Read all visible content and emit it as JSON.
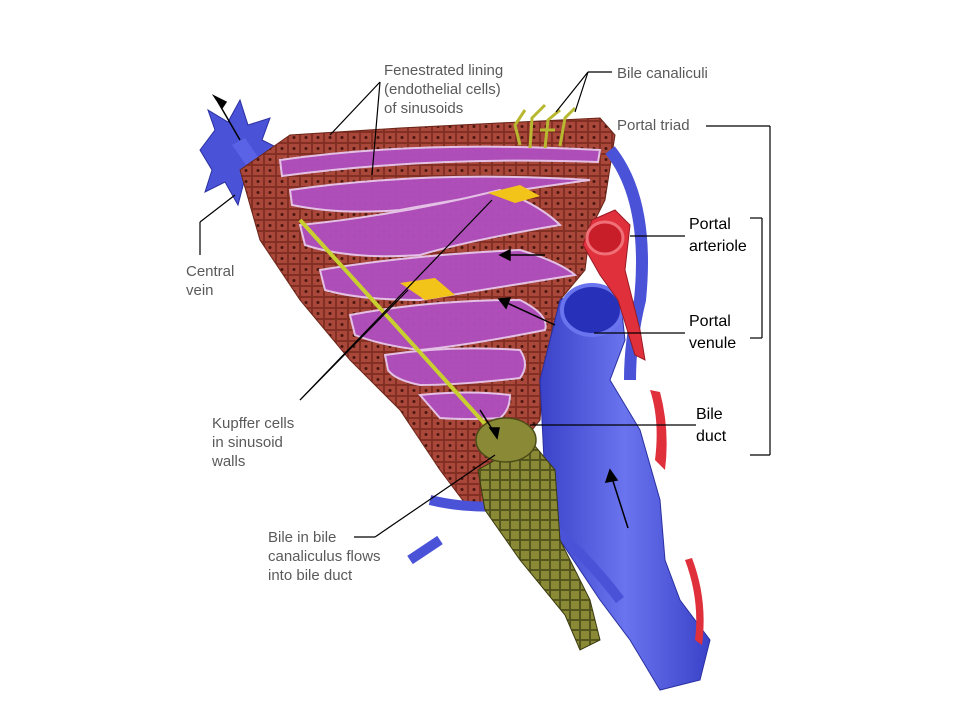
{
  "labels": {
    "fenestrated": [
      "Fenestrated lining",
      "(endothelial cells)",
      "of sinusoids"
    ],
    "bile_canaliculi": "Bile canaliculi",
    "portal_triad": "Portal triad",
    "portal_arteriole": [
      "Portal",
      "arteriole"
    ],
    "portal_venule": [
      "Portal",
      "venule"
    ],
    "bile_duct": [
      "Bile",
      "duct"
    ],
    "central_vein": [
      "Central",
      "vein"
    ],
    "kupffer": [
      "Kupffer cells",
      "in sinusoid",
      "walls"
    ],
    "bile_flow": [
      "Bile in bile",
      "canaliculus flows",
      "into bile duct"
    ]
  },
  "colors": {
    "hepatocyte": "#9a3b2c",
    "sinusoid": "#b04fbf",
    "vein": "#4a52d8",
    "artery": "#e0303c",
    "bile_duct": "#7a7a2c",
    "kupffer": "#f2c41a"
  }
}
